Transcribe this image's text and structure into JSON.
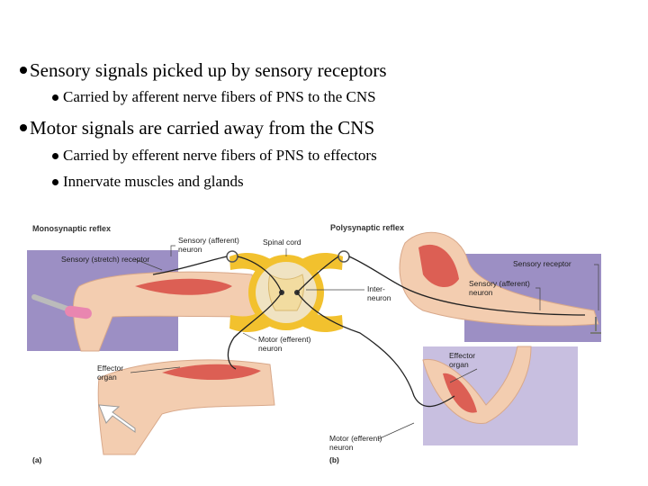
{
  "bullets": [
    {
      "level": 1,
      "text": "Sensory signals picked up by sensory receptors"
    },
    {
      "level": 2,
      "text": "Carried by afferent nerve fibers of PNS to the CNS"
    },
    {
      "level": 1,
      "text": "Motor signals are carried away from the CNS"
    },
    {
      "level": 2,
      "text": "Carried by efferent nerve fibers of PNS to effectors"
    },
    {
      "level": 2,
      "text": "Innervate muscles and glands"
    }
  ],
  "figure": {
    "mono_title": "Monosynaptic reflex",
    "poly_title": "Polysynaptic reflex",
    "sensory_afferent_neuron": [
      "Sensory (afferent)",
      "neuron"
    ],
    "spinal_cord": "Spinal cord",
    "stretch_receptor": "Sensory (stretch) receptor",
    "interneuron": [
      "Inter-",
      "neuron"
    ],
    "motor_efferent_neuron": [
      "Motor (efferent)",
      "neuron"
    ],
    "effector_organ_left": [
      "Effector",
      "organ"
    ],
    "sensory_receptor": "Sensory receptor",
    "sensory_afferent_neuron_right": [
      "Sensory (afferent)",
      "neuron"
    ],
    "effector_organ_right": [
      "Effector",
      "organ"
    ],
    "motor_efferent_neuron_bottom": [
      "Motor (efferent)",
      "neuron"
    ],
    "panel_a": "(a)",
    "panel_b": "(b)"
  },
  "colors": {
    "panel": "#9c8fc4",
    "panel_light": "#c8bfe0",
    "skin": "#f3cdb0",
    "muscle": "#d9534a",
    "spinal_yellow": "#f2c12e",
    "spinal_core": "#f0e3c2"
  }
}
